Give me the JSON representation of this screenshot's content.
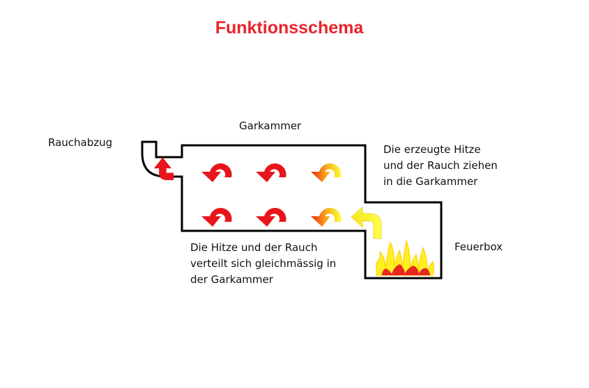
{
  "title": "Funktionsschema",
  "labels": {
    "rauchabzug": "Rauchabzug",
    "garkammer": "Garkammer",
    "feuerbox": "Feuerbox"
  },
  "notes": {
    "hitze_rauch": [
      "Die erzeugte Hitze",
      "und der Rauch ziehen",
      "in die Garkammer"
    ],
    "verteilung": [
      "Die Hitze und der Rauch",
      "verteilt sich gleichmässig in",
      "der Garkammer"
    ]
  },
  "colors": {
    "title": "#e8242a",
    "arrow_red": "#e8151c",
    "arrow_yellow": "#ffff33",
    "arrow_orange": "#f5a020",
    "flame_red": "#e62820",
    "flame_yellow": "#ffee22",
    "outline": "#000000"
  },
  "icons": [
    "curved-arrow-icon",
    "flame-icon"
  ]
}
